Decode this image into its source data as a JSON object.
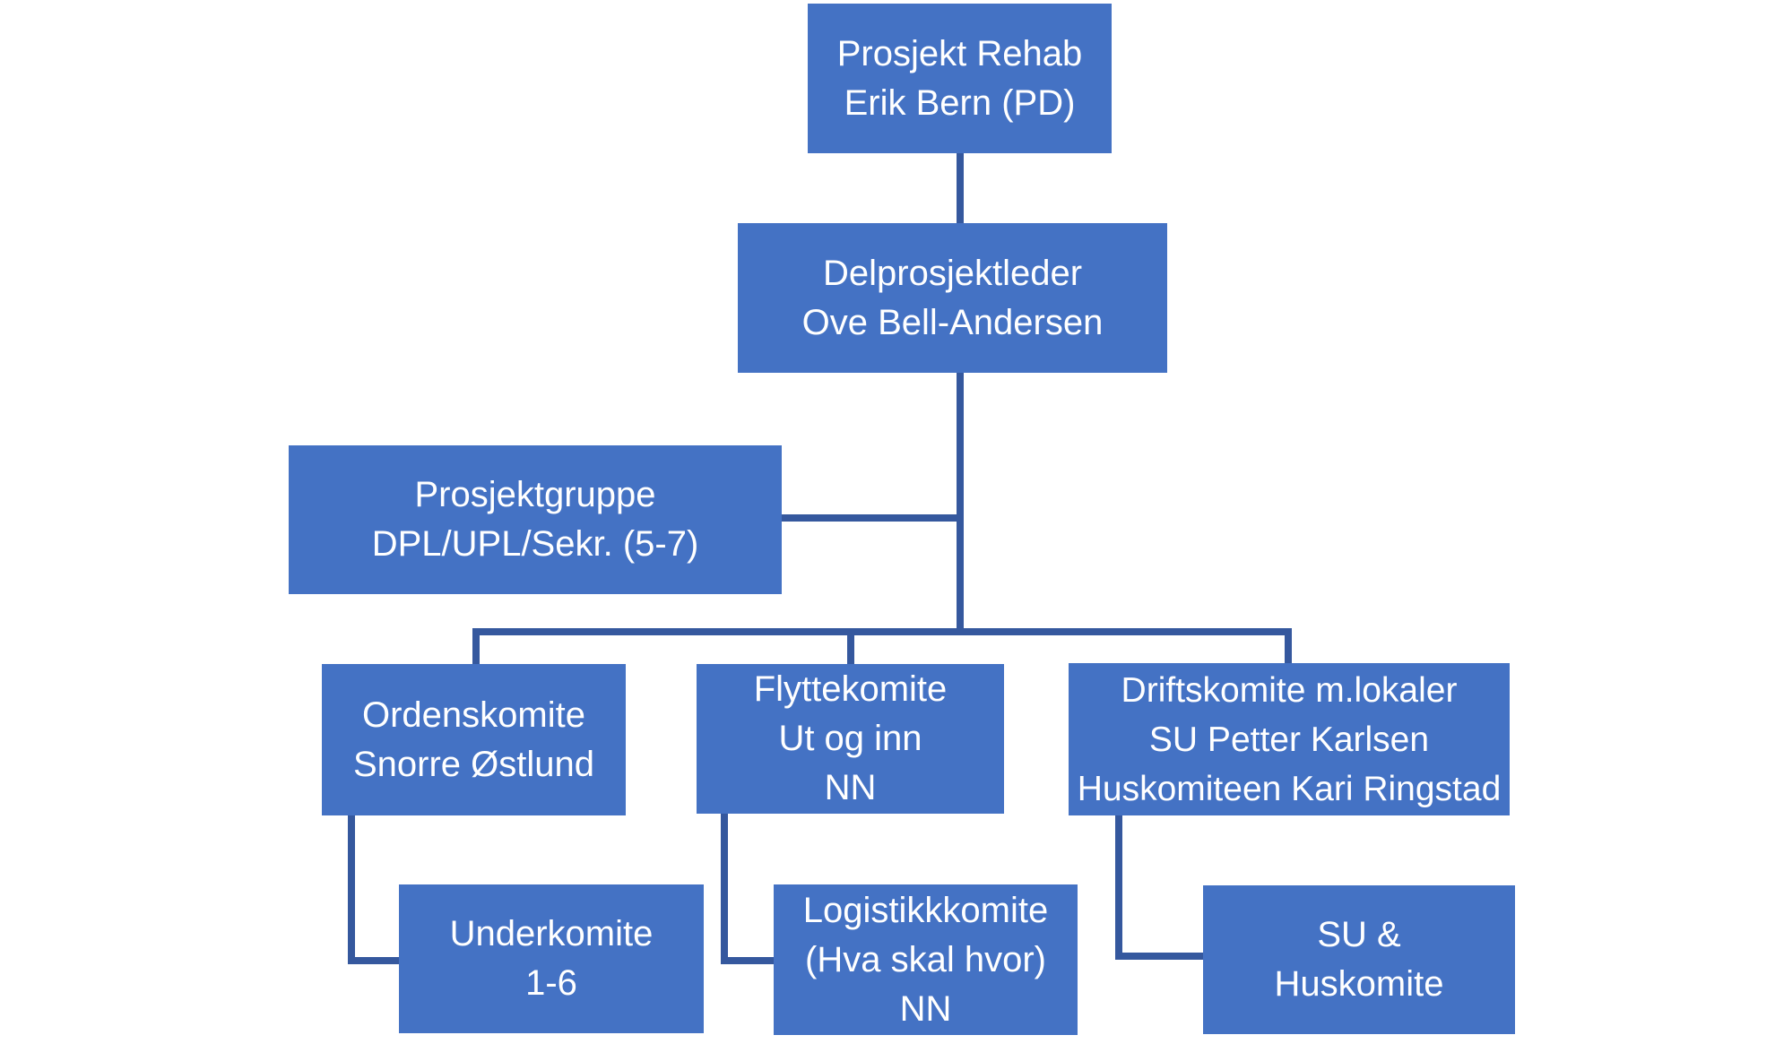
{
  "colors": {
    "page_bg": "#ffffff",
    "box_fill": "#4472C4",
    "line_color": "#35589E",
    "text_color": "#ffffff"
  },
  "nodes": [
    {
      "id": "prosjekt-rehab",
      "lines": [
        "Prosjekt Rehab",
        "Erik Bern (PD)"
      ]
    },
    {
      "id": "delprosjektleder",
      "lines": [
        "Delprosjektleder",
        "Ove Bell-Andersen"
      ]
    },
    {
      "id": "prosjektgruppe",
      "lines": [
        "Prosjektgruppe",
        "DPL/UPL/Sekr. (5-7)"
      ]
    },
    {
      "id": "ordenskomite",
      "lines": [
        "Ordenskomite",
        "Snorre Østlund"
      ]
    },
    {
      "id": "flyttekomite",
      "lines": [
        "Flyttekomite",
        "Ut og inn",
        "NN"
      ]
    },
    {
      "id": "driftskomite",
      "lines": [
        "Driftskomite m.lokaler",
        "SU Petter Karlsen",
        "Huskomiteen Kari Ringstad"
      ]
    },
    {
      "id": "underkomite",
      "lines": [
        "Underkomite",
        "1-6"
      ]
    },
    {
      "id": "logistikkkomite",
      "lines": [
        "Logistikkkomite",
        "(Hva skal hvor)",
        "NN"
      ]
    },
    {
      "id": "su-huskomite",
      "lines": [
        "SU &",
        "Huskomite"
      ]
    }
  ]
}
